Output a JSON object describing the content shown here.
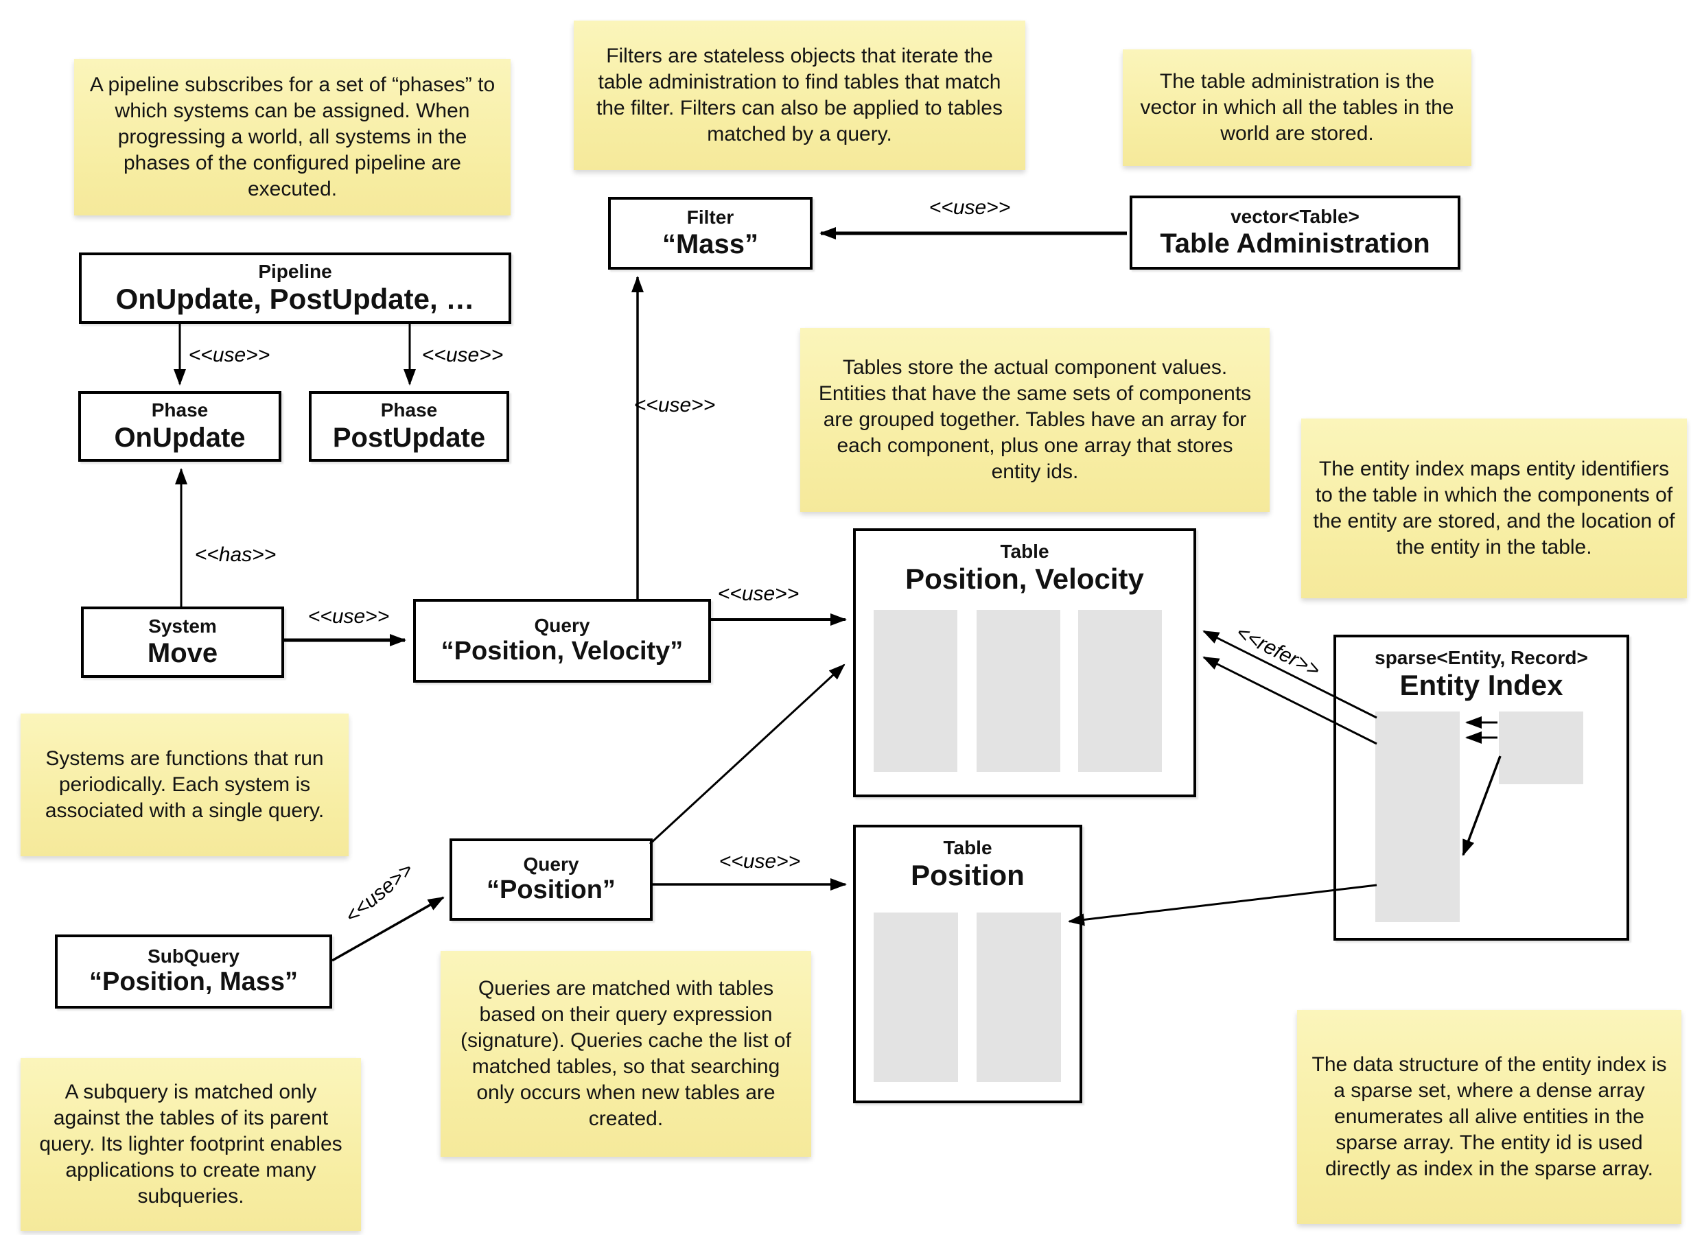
{
  "title": "ECS architecture diagram",
  "colors": {
    "note_bg_top": "#fbf5bb",
    "note_bg_bottom": "#f5e99b",
    "node_border": "#000000",
    "node_bg": "#ffffff",
    "array_slot_gray": "#e3e3e3",
    "text": "#141414"
  },
  "labels": {
    "use": "<<use>>",
    "has": "<<has>>",
    "refer": "<<refer>>"
  },
  "notes": {
    "pipeline": {
      "text": "A pipeline subscribes for a set of “phases” to which systems can be assigned. When progressing a world, all systems in the phases of the configured pipeline are executed."
    },
    "filters": {
      "text": "Filters are stateless objects that iterate the table administration to find tables that match the filter. Filters can also be applied to tables matched by a query."
    },
    "table_admin": {
      "text": "The table administration is the vector in which all the tables in the world are stored."
    },
    "tables_store": {
      "text": "Tables store the actual component values. Entities that have the same sets of components are grouped together. Tables have an array for each component, plus one array that stores entity ids."
    },
    "entity_index": {
      "text": "The entity index maps entity identifiers to the table in which the components of the entity are stored, and the location of the entity in the table."
    },
    "systems": {
      "text": "Systems are functions that run periodically. Each system is associated with a single query."
    },
    "queries": {
      "text": "Queries are matched with tables based on their query expression (signature). Queries cache the list of matched tables, so that searching only occurs when new tables are created."
    },
    "subquery": {
      "text": "A subquery is matched only against the tables of its parent query. Its lighter footprint enables applications to create many subqueries."
    },
    "sparse_set": {
      "text": "The data structure of the entity index is a sparse set, where a dense array enumerates all alive entities in the sparse array. The entity id is used directly as index in the sparse array."
    }
  },
  "nodes": {
    "filter_mass": {
      "stereotype": "Filter",
      "name": "“Mass”"
    },
    "table_administration": {
      "stereotype": "vector<Table>",
      "name": "Table Administration"
    },
    "pipeline": {
      "stereotype": "Pipeline",
      "name": "OnUpdate, PostUpdate, …"
    },
    "phase_onupdate": {
      "stereotype": "Phase",
      "name": "OnUpdate"
    },
    "phase_postupdate": {
      "stereotype": "Phase",
      "name": "PostUpdate"
    },
    "system_move": {
      "stereotype": "System",
      "name": "Move"
    },
    "query_position_velocity": {
      "stereotype": "Query",
      "name": "“Position, Velocity”"
    },
    "query_position": {
      "stereotype": "Query",
      "name": "“Position”"
    },
    "subquery_position_mass": {
      "stereotype": "SubQuery",
      "name": "“Position, Mass”"
    },
    "table_position_velocity": {
      "stereotype": "Table",
      "name": "Position, Velocity"
    },
    "table_position": {
      "stereotype": "Table",
      "name": "Position"
    },
    "entity_index": {
      "stereotype": "sparse<Entity, Record>",
      "name": "Entity Index"
    }
  }
}
